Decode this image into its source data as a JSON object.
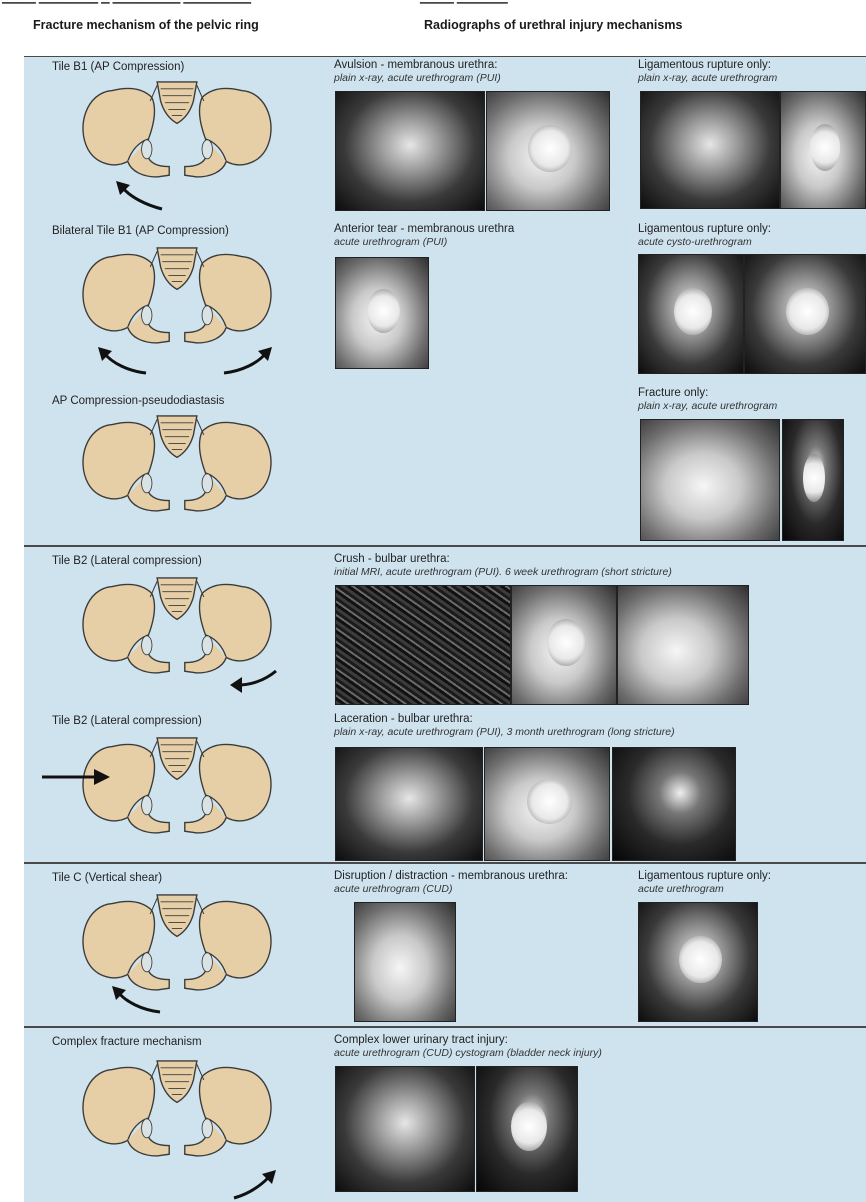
{
  "headers": {
    "left": "Fracture mechanism of the pelvic ring",
    "right": "Radiographs of urethral injury mechanisms"
  },
  "panels": [
    {
      "rows": [
        {
          "fracture": "Tile B1 (AP Compression)",
          "injury_label": "Avulsion - membranous urethra:",
          "injury_sub": "plain x-ray, acute urethrogram (PUI)",
          "injury2_label": "Ligamentous rupture only:",
          "injury2_sub": "plain x-ray, acute urethrogram"
        },
        {
          "fracture": "Bilateral Tile B1 (AP Compression)",
          "injury_label": "Anterior tear - membranous urethra",
          "injury_sub": "acute urethrogram (PUI)",
          "injury2_label": "Ligamentous rupture only:",
          "injury2_sub": "acute cysto-urethrogram"
        },
        {
          "fracture": "AP Compression-pseudodiastasis",
          "injury2_label": "Fracture only:",
          "injury2_sub": "plain x-ray, acute urethrogram"
        }
      ]
    },
    {
      "rows": [
        {
          "fracture": "Tile B2 (Lateral compression)",
          "injury_label": "Crush - bulbar urethra:",
          "injury_sub": "initial MRI, acute urethrogram (PUI). 6 week urethrogram (short stricture)"
        },
        {
          "fracture": "Tile B2 (Lateral compression)",
          "injury_label": "Laceration - bulbar urethra:",
          "injury_sub": "plain x-ray, acute urethrogram (PUI), 3 month urethrogram (long stricture)"
        }
      ]
    },
    {
      "rows": [
        {
          "fracture": "Tile C (Vertical shear)",
          "injury_label": "Disruption / distraction - membranous urethra:",
          "injury_sub": "acute urethrogram (CUD)",
          "injury2_label": "Ligamentous rupture only:",
          "injury2_sub": "acute urethrogram"
        }
      ]
    },
    {
      "rows": [
        {
          "fracture": "Complex fracture mechanism",
          "injury_label": "Complex lower urinary tract injury:",
          "injury_sub": "acute urethrogram (CUD)  cystogram (bladder neck injury)"
        }
      ]
    }
  ],
  "colors": {
    "panel_bg": "#cfe3ee",
    "bone": "#e6cfa6",
    "bone_outline": "#3b3b3b",
    "divider": "#4a4a4a"
  }
}
